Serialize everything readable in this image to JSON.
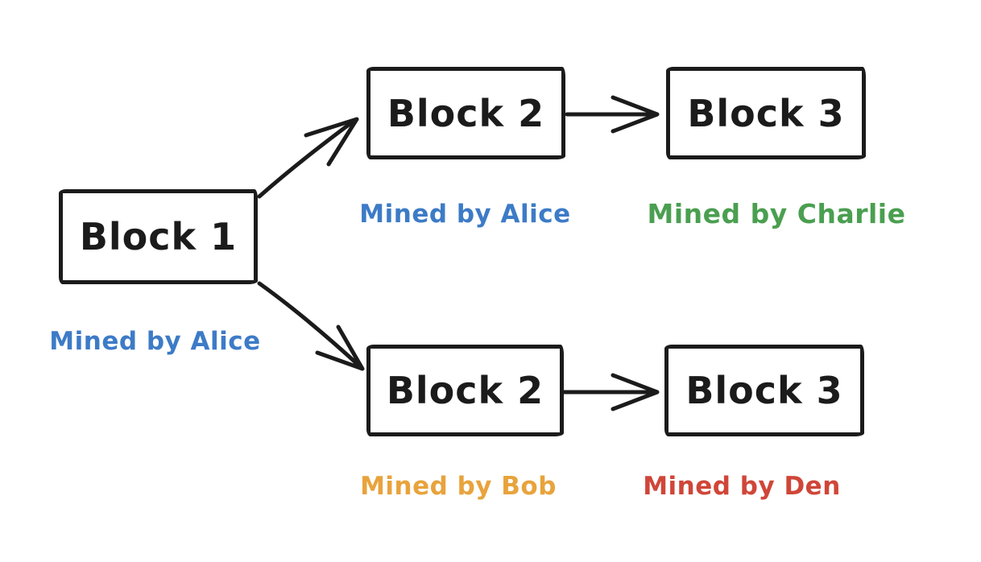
{
  "diagram": {
    "background": "#ffffff",
    "stroke_color": "#1b1b1b",
    "blocks": {
      "genesis": {
        "label": "Block 1",
        "miner": "Mined by Alice",
        "miner_color": "#3d7bc7"
      },
      "chain_top": [
        {
          "label": "Block 2",
          "miner": "Mined by Alice",
          "miner_color": "#3d7bc7"
        },
        {
          "label": "Block 3",
          "miner": "Mined by Charlie",
          "miner_color": "#4a9f50"
        }
      ],
      "chain_bottom": [
        {
          "label": "Block 2",
          "miner": "Mined by Bob",
          "miner_color": "#e8a33c"
        },
        {
          "label": "Block 3",
          "miner": "Mined by Den",
          "miner_color": "#cf4639"
        }
      ]
    },
    "edges": [
      {
        "from": "Block 1",
        "to": "Block 2 (top)"
      },
      {
        "from": "Block 1",
        "to": "Block 2 (bottom)"
      },
      {
        "from": "Block 2 (top)",
        "to": "Block 3 (top)"
      },
      {
        "from": "Block 2 (bottom)",
        "to": "Block 3 (bottom)"
      }
    ]
  }
}
